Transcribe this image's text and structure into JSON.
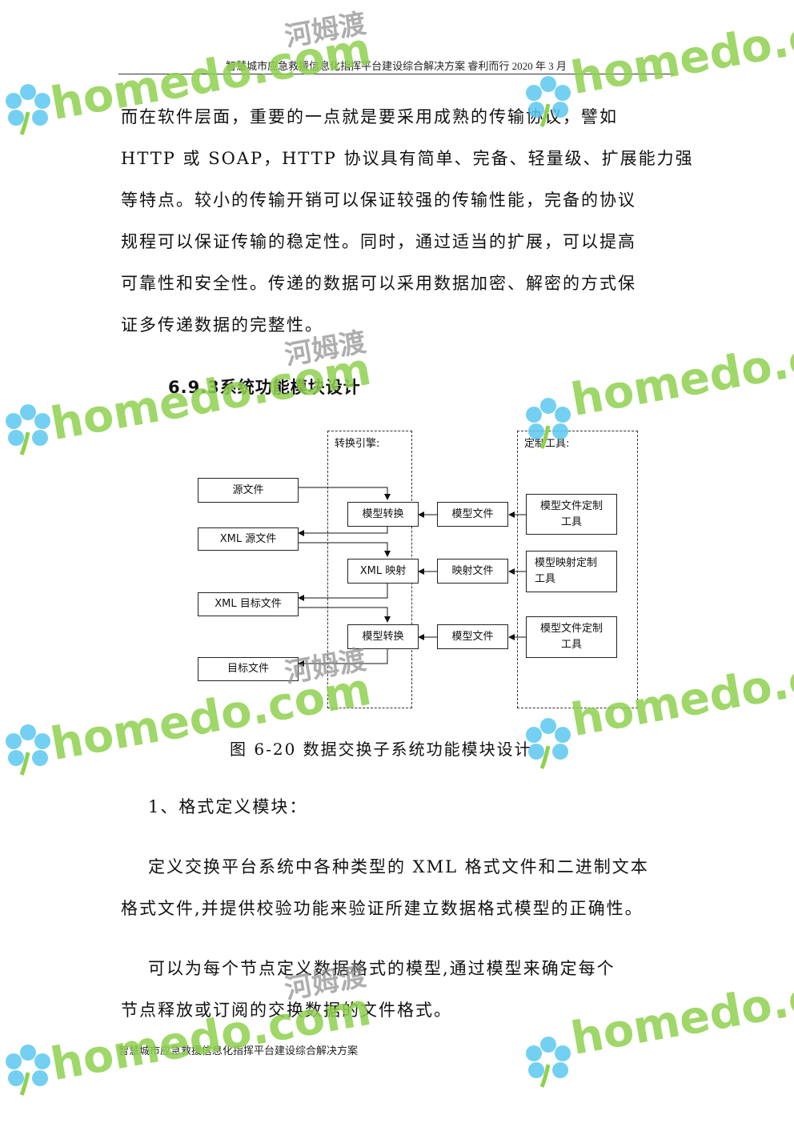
{
  "header": {
    "text": "智慧城市应急救援信息化指挥平台建设综合解决方案  睿利而行  2020 年 3 月"
  },
  "paragraph1": {
    "lines": [
      "而在软件层面，重要的一点就是要采用成熟的传输协议，譬如",
      "HTTP 或 SOAP，HTTP 协议具有简单、完备、轻量级、扩展能力强",
      "等特点。较小的传输开销可以保证较强的传输性能，完备的协议",
      "规程可以保证传输的稳定性。同时，通过适当的扩展，可以提高",
      "可靠性和安全性。传递的数据可以采用数据加密、解密的方式保",
      "证多传递数据的完整性。"
    ]
  },
  "section": {
    "number": "6.9.3",
    "title": "系统功能模块设计"
  },
  "diagram": {
    "engine_label": "转换引擎:",
    "tools_label": "定制工具:",
    "left": [
      "源文件",
      "XML 源文件",
      "XML 目标文件",
      "目标文件"
    ],
    "engine": [
      "模型转换",
      "XML 映射",
      "模型转换"
    ],
    "files": [
      "模型文件",
      "映射文件",
      "模型文件"
    ],
    "tools": [
      [
        "模型文件定制",
        "工具"
      ],
      [
        "模型映射定制",
        "工具"
      ],
      [
        "模型文件定制",
        "工具"
      ]
    ]
  },
  "caption": "图 6-20 数据交换子系统功能模块设计",
  "list_item": "1、格式定义模块：",
  "paragraph2": {
    "lines": [
      "定义交换平台系统中各种类型的 XML 格式文件和二进制文本",
      "格式文件,并提供校验功能来验证所建立数据格式模型的正确性。"
    ]
  },
  "paragraph3": {
    "lines": [
      "可以为每个节点定义数据格式的模型,通过模型来确定每个",
      "节点释放或订阅的交换数据的文件格式。"
    ]
  },
  "footer": {
    "text": "智慧城市应急救援信息化指挥平台建设综合解决方案"
  },
  "watermark": {
    "latin": "homedo.com",
    "chinese": "河姆渡"
  },
  "colors": {
    "watermark_green": "#8fd14f",
    "watermark_blue": "#5bc8f0",
    "watermark_gray": "#8d8d8d"
  }
}
